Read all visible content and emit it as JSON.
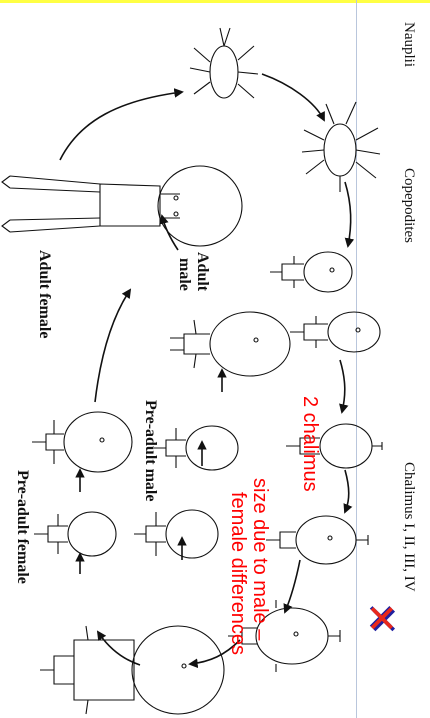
{
  "labels": {
    "nauplii": "Nauplii",
    "copepodites": "Copepodites",
    "chalimus": "Chalimus I, II, III, IV",
    "adult_male_1": "Adult",
    "adult_male_2": "male",
    "adult_female": "Adult female",
    "pre_adult_male": "Pre-adult male",
    "pre_adult_female": "Pre-adult female"
  },
  "annotations": {
    "two_chalimus": "2 chalimus",
    "size_note_line1": "size due to male –",
    "size_note_line2": "female differences",
    "cross_mark": "✕"
  },
  "colors": {
    "annotation": "#ff0000",
    "cross": "#e8281b",
    "cross_shadow": "#2020a0",
    "top_rule": "#ffff44"
  }
}
